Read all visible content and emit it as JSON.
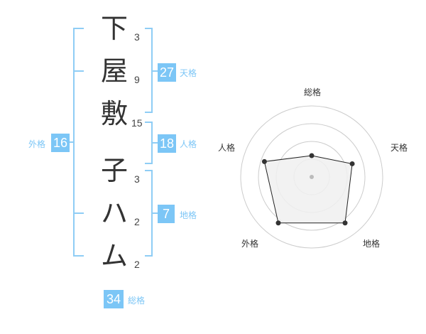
{
  "name_chars": [
    {
      "char": "下",
      "strokes": "3"
    },
    {
      "char": "屋",
      "strokes": "9"
    },
    {
      "char": "敷",
      "strokes": "15"
    },
    {
      "char": "子",
      "strokes": "3"
    },
    {
      "char": "ハ",
      "strokes": "2"
    },
    {
      "char": "ム",
      "strokes": "2"
    }
  ],
  "fortune": {
    "tenkaku": {
      "value": "27",
      "label": "天格"
    },
    "jinkaku": {
      "value": "18",
      "label": "人格"
    },
    "chikaku": {
      "value": "7",
      "label": "地格"
    },
    "gaikaku": {
      "value": "16",
      "label": "外格"
    },
    "soukaku": {
      "value": "34",
      "label": "総格"
    }
  },
  "radar": {
    "axes": [
      "総格",
      "天格",
      "地格",
      "外格",
      "人格"
    ],
    "values": [
      0.3,
      0.6,
      0.8,
      0.8,
      0.7
    ],
    "ring_count": 4,
    "colors": {
      "fill": "#f0f0f0",
      "line": "#222222",
      "grid": "#cccccc",
      "point": "#333333",
      "center": "#bbbbbb"
    }
  },
  "colors": {
    "accent": "#7cc6f6",
    "bracket": "#8fcdf5"
  }
}
